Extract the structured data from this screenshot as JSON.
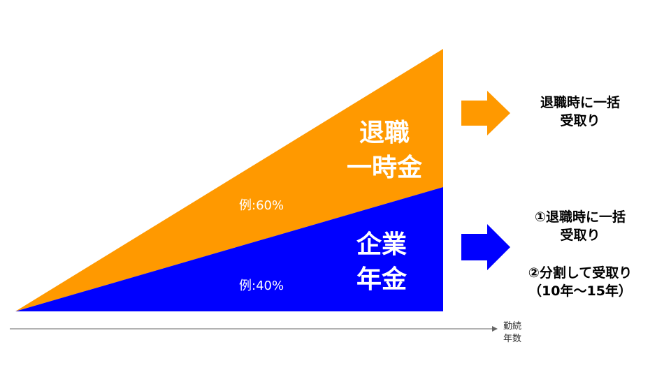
{
  "colors": {
    "lump_sum": "#FF9900",
    "pension": "#0000FF",
    "axis": "#666666",
    "text_on_fill": "#FFFFFF"
  },
  "lump_sum": {
    "title_line1": "退職",
    "title_line2": "一時金",
    "ratio": "例:60%",
    "description_line1": "退職時に一括",
    "description_line2": "受取り"
  },
  "pension": {
    "title_line1": "企業",
    "title_line2": "年金",
    "ratio": "例:40%",
    "option1_line1": "①退職時に一括",
    "option1_line2": "受取り",
    "option2_line1": "②分割して受取り",
    "option2_line2": "（10年～15年）"
  },
  "axis": {
    "label_line1": "勤続",
    "label_line2": "年数"
  }
}
